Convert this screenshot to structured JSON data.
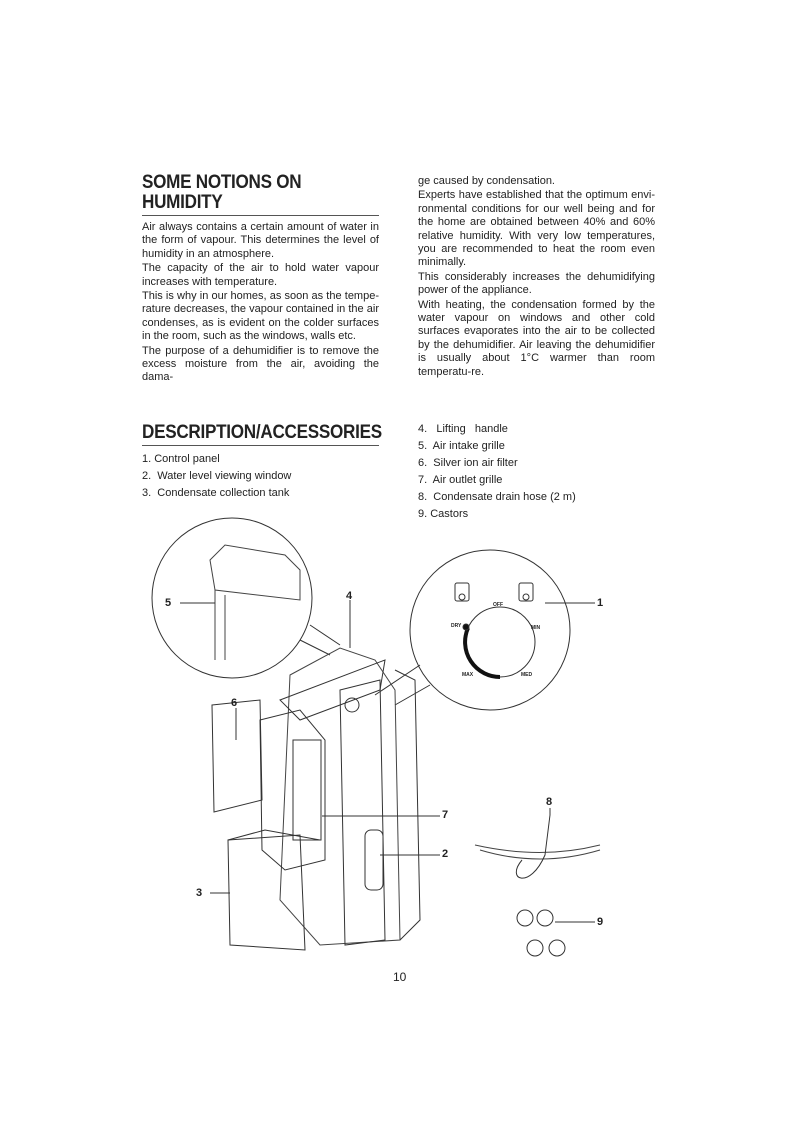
{
  "humidity": {
    "title_line1": "SOME NOTIONS ON",
    "title_line2": "HUMIDITY",
    "left_paragraphs": [
      "Air always contains a certain amount of water in the form of vapour. This determines the level of humidity in an atmosphere.",
      "The capacity of the air to hold water vapour increases with temperature.",
      "This is why in our homes, as soon as the tempe-rature decreases, the vapour contained in the air condenses, as is evident on the colder surfaces in the room, such as the windows, walls etc.",
      "The purpose of a dehumidifier is to remove the excess moisture from the air, avoiding the dama-"
    ],
    "right_paragraphs": [
      "ge caused by condensation.",
      "Experts have established that the optimum envi-ronmental conditions for our well being and for the home are obtained between 40% and 60% relative humidity. With very low temperatures, you are recommended to heat the room even minimally.",
      "This considerably increases the dehumidifying power of the appliance.",
      "With heating, the condensation formed by the water vapour on windows and other cold surfaces evaporates into the air to be collected by the dehumidifier.  Air leaving the dehumidifier is usually about 1°C warmer than room temperatu-re."
    ]
  },
  "description": {
    "title": "DESCRIPTION/ACCESSORIES",
    "items_left": [
      "1. Control panel",
      "2.  Water level viewing window",
      "3.  Condensate collection tank"
    ],
    "items_right": [
      "4.   Lifting   handle",
      "5.  Air intake grille",
      "6.  Silver ion air filter",
      "7.  Air outlet grille",
      "8.  Condensate drain hose (2 m)",
      "9. Castors"
    ]
  },
  "diagram": {
    "callouts": [
      "1",
      "2",
      "3",
      "4",
      "5",
      "6",
      "7",
      "8",
      "9"
    ],
    "dial_labels": {
      "off": "OFF",
      "min": "MIN",
      "med": "MED",
      "max": "MAX",
      "dry": "DRY"
    }
  },
  "page_number": "10"
}
